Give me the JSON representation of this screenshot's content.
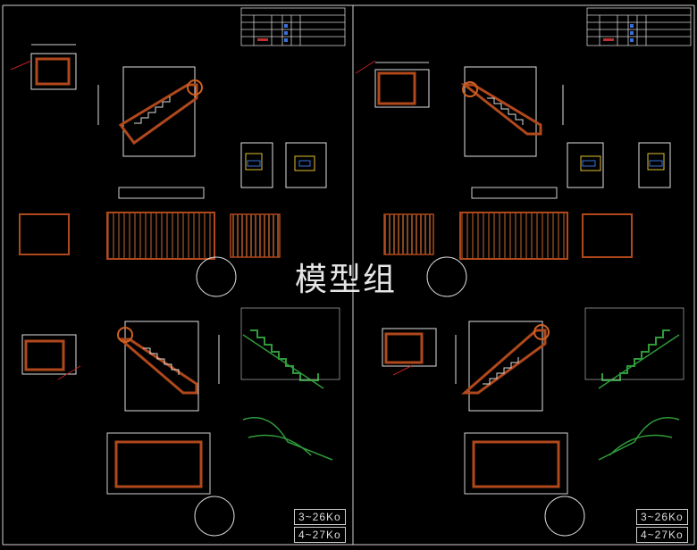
{
  "watermark": "模型组",
  "labels": {
    "left_1": "3~26Ko",
    "left_2": "4~27Ko",
    "right_1": "3~26Ko",
    "right_2": "4~27Ko"
  },
  "colors": {
    "background": "#000000",
    "line": "#e8e8e8",
    "stair_fill": "#b0481c",
    "hatch": "#9f5525",
    "green": "#2f9a3a",
    "blue": "#3a6fd8",
    "yellow": "#e0c030",
    "red": "#c02020"
  }
}
